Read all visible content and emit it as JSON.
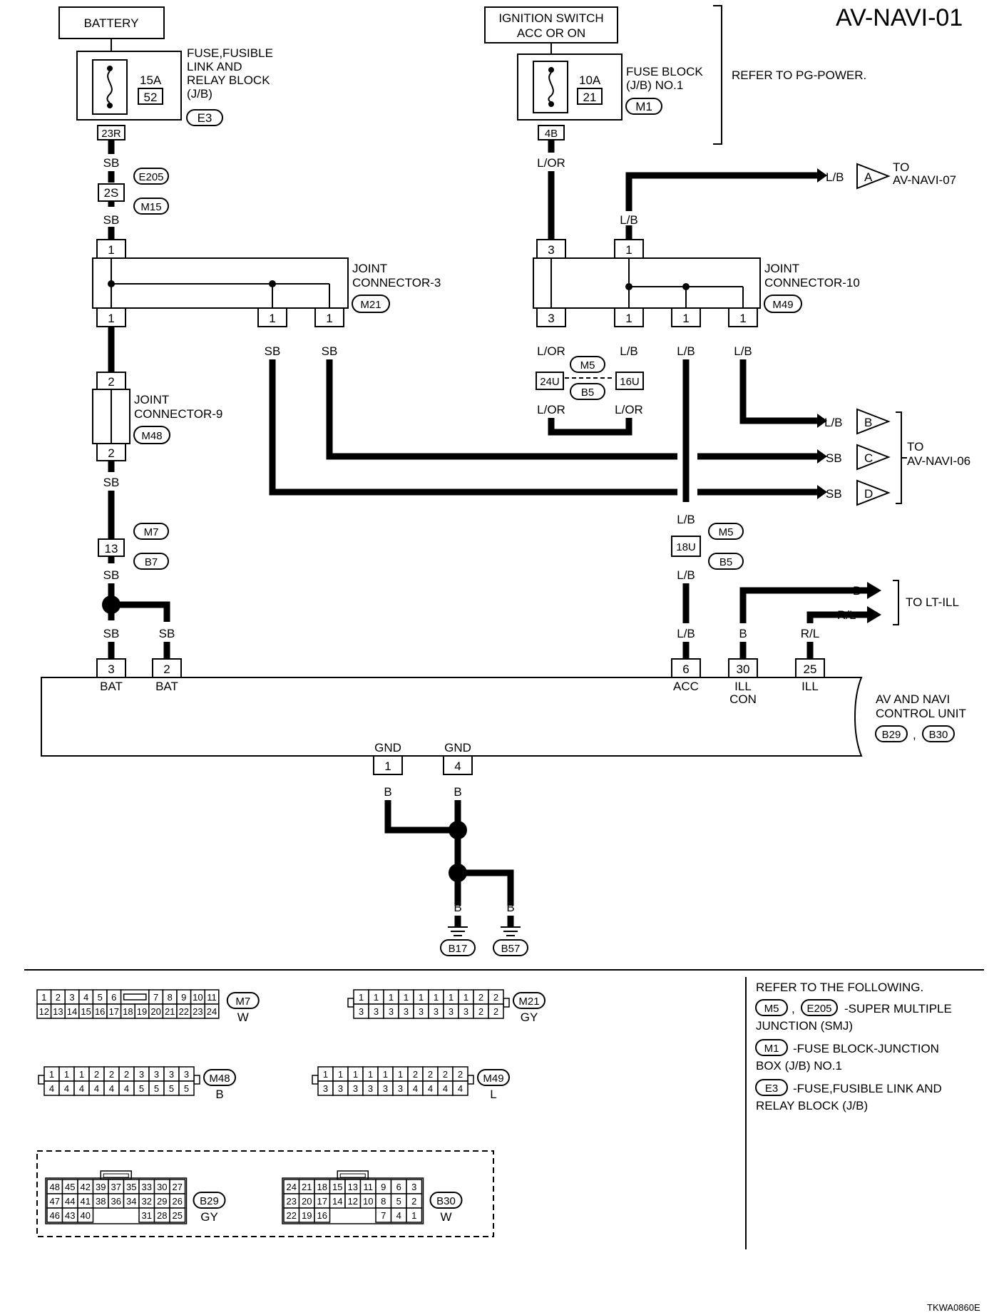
{
  "page_id": "AV-NAVI-01",
  "footer_code": "TKWA0860E",
  "power": {
    "battery": "BATTERY",
    "ignition_line1": "IGNITION SWITCH",
    "ignition_line2": "ACC OR ON",
    "fuse1": {
      "amp": "15A",
      "num": "52",
      "label": [
        "FUSE,FUSIBLE",
        "LINK AND",
        "RELAY BLOCK",
        "(J/B)"
      ],
      "conn": "E3",
      "term": "23R"
    },
    "fuse2": {
      "amp": "10A",
      "num": "21",
      "label": [
        "FUSE BLOCK",
        "(J/B) NO.1"
      ],
      "conn": "M1",
      "term": "4B"
    },
    "refer": "REFER TO PG-POWER."
  },
  "wires": {
    "sb": "SB",
    "lor": "L/OR",
    "lb": "L/B",
    "b": "B",
    "rl": "R/L"
  },
  "connectors": {
    "e205": "E205",
    "m15": "M15",
    "t2s": "2S",
    "m5": "M5",
    "b5": "B5",
    "t24u": "24U",
    "t16u": "16U",
    "t18u": "18U",
    "m7": "M7",
    "b7": "B7",
    "t13": "13"
  },
  "joints": {
    "j3": {
      "label": [
        "JOINT",
        "CONNECTOR-3"
      ],
      "conn": "M21"
    },
    "j10": {
      "label": [
        "JOINT",
        "CONNECTOR-10"
      ],
      "conn": "M49"
    },
    "j9": {
      "label": [
        "JOINT",
        "CONNECTOR-9"
      ],
      "conn": "M48"
    }
  },
  "pins": {
    "p1": "1",
    "p2": "2",
    "p3": "3",
    "p4": "4",
    "p6": "6",
    "p25": "25",
    "p30": "30"
  },
  "offpage": {
    "a": "A",
    "b": "B",
    "c": "C",
    "d": "D",
    "to": "TO",
    "navi07": "AV-NAVI-07",
    "navi06": "AV-NAVI-06",
    "ltill": "TO LT-ILL"
  },
  "unit": {
    "name": [
      "AV AND NAVI",
      "CONTROL UNIT"
    ],
    "conn1": "B29",
    "conn2": "B30",
    "bat": "BAT",
    "acc": "ACC",
    "ill": "ILL",
    "illcon": [
      "ILL",
      "CON"
    ],
    "gnd": "GND"
  },
  "grounds": {
    "g1": "B17",
    "g2": "B57"
  },
  "connector_faces": {
    "m7": {
      "id": "M7",
      "color": "W",
      "top": [
        "1",
        "2",
        "3",
        "4",
        "5",
        "6",
        "",
        "7",
        "8",
        "9",
        "10",
        "11"
      ],
      "bottom": [
        "12",
        "13",
        "14",
        "15",
        "16",
        "17",
        "18",
        "19",
        "20",
        "21",
        "22",
        "23",
        "24"
      ]
    },
    "m21": {
      "id": "M21",
      "color": "GY",
      "top": [
        "1",
        "1",
        "1",
        "1",
        "1",
        "1",
        "1",
        "1",
        "2",
        "2"
      ],
      "bottom": [
        "3",
        "3",
        "3",
        "3",
        "3",
        "3",
        "3",
        "3",
        "2",
        "2"
      ]
    },
    "m48": {
      "id": "M48",
      "color": "B",
      "top": [
        "1",
        "1",
        "1",
        "2",
        "2",
        "2",
        "3",
        "3",
        "3",
        "3"
      ],
      "bottom": [
        "4",
        "4",
        "4",
        "4",
        "4",
        "4",
        "5",
        "5",
        "5",
        "5"
      ]
    },
    "m49": {
      "id": "M49",
      "color": "L",
      "top": [
        "1",
        "1",
        "1",
        "1",
        "1",
        "1",
        "2",
        "2",
        "2",
        "2"
      ],
      "bottom": [
        "3",
        "3",
        "3",
        "3",
        "3",
        "3",
        "4",
        "4",
        "4",
        "4"
      ]
    },
    "b29": {
      "id": "B29",
      "color": "GY",
      "rows": [
        [
          "48",
          "45",
          "42",
          "39",
          "37",
          "35",
          "33",
          "30",
          "27"
        ],
        [
          "47",
          "44",
          "41",
          "38",
          "36",
          "34",
          "32",
          "29",
          "26"
        ],
        [
          "46",
          "43",
          "40",
          "",
          "",
          "",
          "31",
          "28",
          "25"
        ]
      ]
    },
    "b30": {
      "id": "B30",
      "color": "W",
      "rows": [
        [
          "24",
          "21",
          "18",
          "15",
          "13",
          "11",
          "9",
          "6",
          "3"
        ],
        [
          "23",
          "20",
          "17",
          "14",
          "12",
          "10",
          "8",
          "5",
          "2"
        ],
        [
          "22",
          "19",
          "16",
          "",
          "",
          "",
          "7",
          "4",
          "1"
        ]
      ]
    }
  },
  "refer_following": {
    "title": "REFER TO THE FOLLOWING.",
    "items": [
      {
        "codes": "M5 , E205",
        "desc": "-SUPER MULTIPLE",
        "desc2": "JUNCTION (SMJ)"
      },
      {
        "codes": "M1",
        "desc": "-FUSE BLOCK-JUNCTION",
        "desc2": "BOX (J/B) NO.1"
      },
      {
        "codes": "E3",
        "desc": "-FUSE,FUSIBLE LINK AND",
        "desc2": "RELAY BLOCK (J/B)"
      }
    ]
  }
}
